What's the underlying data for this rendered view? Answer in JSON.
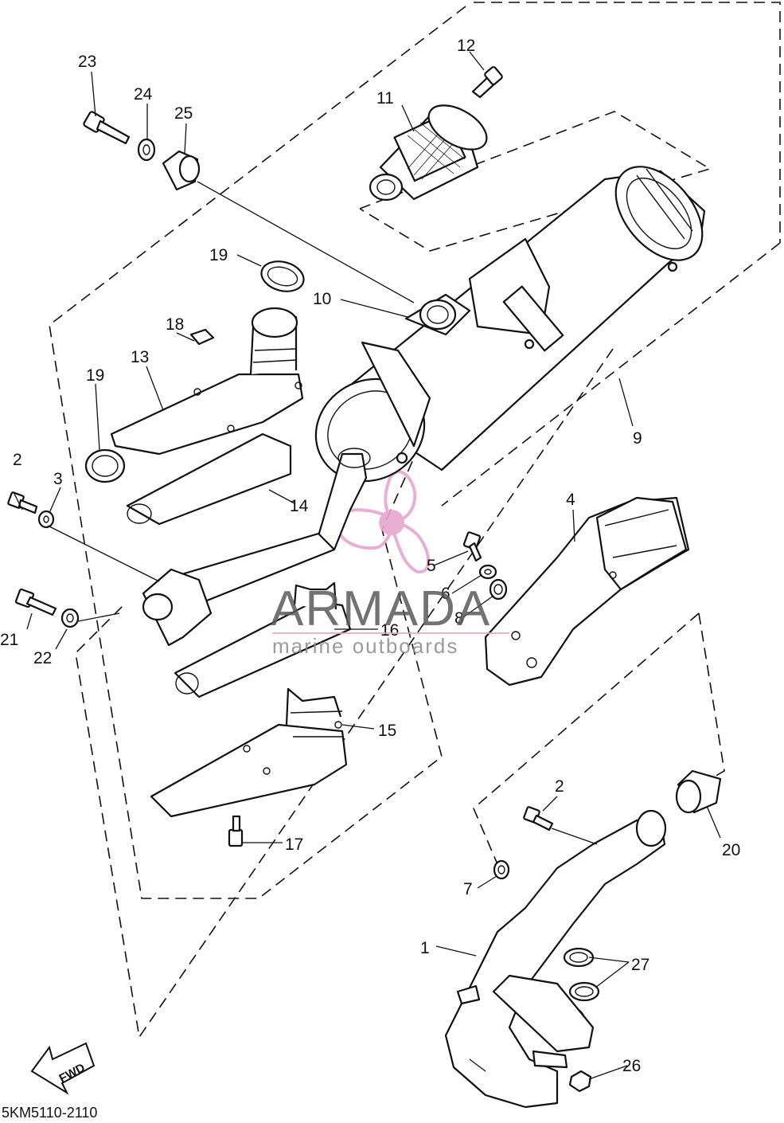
{
  "diagram": {
    "part_labels": [
      {
        "id": "1",
        "text": "1"
      },
      {
        "id": "2a",
        "text": "2"
      },
      {
        "id": "2b",
        "text": "2"
      },
      {
        "id": "3",
        "text": "3"
      },
      {
        "id": "4",
        "text": "4"
      },
      {
        "id": "5",
        "text": "5"
      },
      {
        "id": "6",
        "text": "6"
      },
      {
        "id": "7",
        "text": "7"
      },
      {
        "id": "8",
        "text": "8"
      },
      {
        "id": "9",
        "text": "9"
      },
      {
        "id": "10",
        "text": "10"
      },
      {
        "id": "11",
        "text": "11"
      },
      {
        "id": "12",
        "text": "12"
      },
      {
        "id": "13",
        "text": "13"
      },
      {
        "id": "14",
        "text": "14"
      },
      {
        "id": "15",
        "text": "15"
      },
      {
        "id": "16",
        "text": "16"
      },
      {
        "id": "17",
        "text": "17"
      },
      {
        "id": "18",
        "text": "18"
      },
      {
        "id": "19a",
        "text": "19"
      },
      {
        "id": "19b",
        "text": "19"
      },
      {
        "id": "20",
        "text": "20"
      },
      {
        "id": "21",
        "text": "21"
      },
      {
        "id": "22",
        "text": "22"
      },
      {
        "id": "23",
        "text": "23"
      },
      {
        "id": "24",
        "text": "24"
      },
      {
        "id": "25",
        "text": "25"
      },
      {
        "id": "26",
        "text": "26"
      },
      {
        "id": "27",
        "text": "27"
      }
    ],
    "fwd_arrow_text": "FWD",
    "diagram_code": "5KM5110-2110"
  },
  "watermark": {
    "brand": "ARMADA",
    "tagline": "marine outboards",
    "logo_color": "#e7a6cf",
    "text_color": "#5a5a5a"
  }
}
